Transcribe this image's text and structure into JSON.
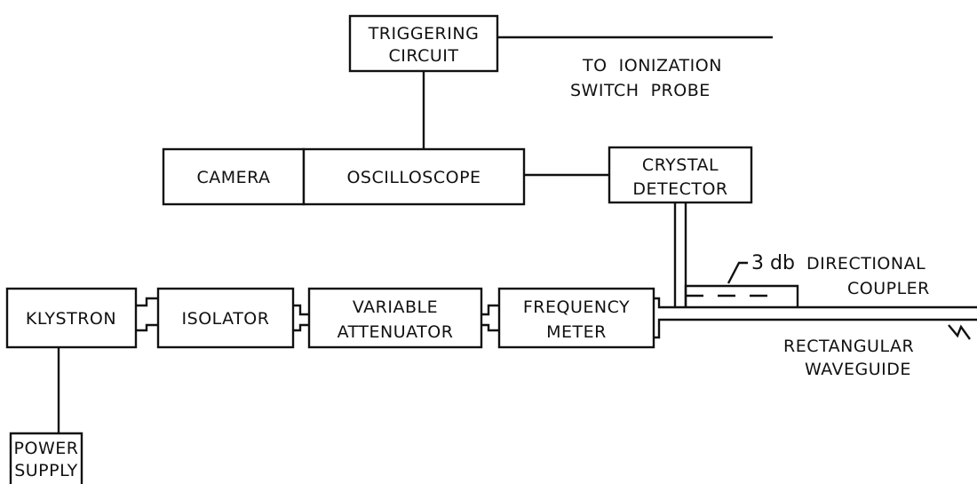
{
  "blocks": {
    "triggering_circuit": [
      "TRIGGERING",
      "CIRCUIT"
    ],
    "camera": "CAMERA",
    "oscilloscope": "OSCILLOSCOPE",
    "crystal_detector": [
      "CRYSTAL",
      "DETECTOR"
    ],
    "klystron": "KLYSTRON",
    "isolator": "ISOLATOR",
    "variable_attenuator": [
      "VARIABLE",
      "ATTENUATOR"
    ],
    "frequency_meter": [
      "FREQUENCY",
      "METER"
    ],
    "power_supply": [
      "POWER",
      "SUPPLY"
    ]
  },
  "annotations": {
    "ionization_probe": [
      "TO  IONIZATION",
      "SWITCH  PROBE"
    ],
    "coupler_db": "3 db",
    "coupler": [
      "DIRECTIONAL",
      "COUPLER"
    ],
    "waveguide": [
      "RECTANGULAR",
      "WAVEGUIDE"
    ]
  }
}
